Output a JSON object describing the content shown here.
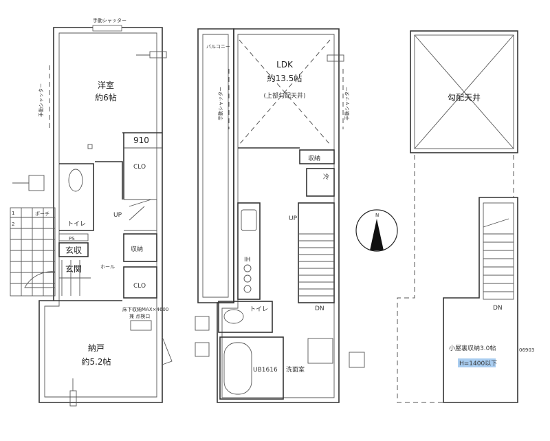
{
  "floor1": {
    "manual_shutter_top": "手動シャッター",
    "manual_shutter_left": "手動シャッター",
    "western_room": "洋室",
    "western_room_size": "約6帖",
    "closet_width": "910",
    "closet_top": "CLO",
    "toilet": "トイレ",
    "up": "UP",
    "porch": "ポーチ",
    "porch_row1": "1",
    "porch_row2": "2",
    "ps": "PS",
    "entrance_storage": "玄収",
    "entrance": "玄関",
    "hall": "ホール",
    "storage": "収納",
    "closet_bottom": "CLO",
    "under_floor_note": "床下収納MAX×4600",
    "inspection_port": "兼 点検口",
    "storeroom": "納戸",
    "storeroom_size": "約5.2帖"
  },
  "floor2": {
    "balcony": "バルコニー",
    "ldk": "LDK",
    "ldk_size": "約13.5帖",
    "ldk_note": "(上部勾配天井)",
    "manual_shutter_left": "手動シャッター",
    "manual_shutter_right": "手動シャッター",
    "storage": "収納",
    "fridge": "冷",
    "up": "UP",
    "ih": "IH",
    "toilet": "トイレ",
    "dn": "DN",
    "bath": "UB1616",
    "washroom": "洗面室"
  },
  "floor3": {
    "sloped_ceiling": "勾配天井",
    "dn": "DN",
    "loft_storage": "小屋裏収納3.0帖",
    "loft_height": "H=1400以下",
    "code": "06903"
  },
  "compass": {
    "north": "N"
  },
  "colors": {
    "highlight": "#a9cdf0",
    "line": "#333333"
  }
}
